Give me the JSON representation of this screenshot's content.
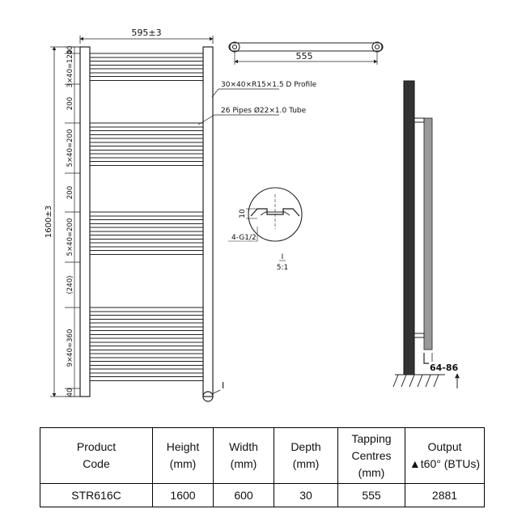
{
  "drawing": {
    "overall_width_label": "595±3",
    "tapping_label": "555",
    "height_label": "1600±3",
    "profile_note": "30×40×R15×1.5 D Profile",
    "pipes_note": "26 Pipes Ø22×1.0 Tube",
    "section_dims": [
      "40",
      "3×40=120",
      "200",
      "5×40=200",
      "200",
      "5×40=200",
      "(240)",
      "9×40=360",
      "40"
    ],
    "detail_height": "10",
    "detail_thread": "4-G1/2",
    "detail_marker": "I",
    "detail_scale": "5:1",
    "detail_ref": "I",
    "wall_offset_label": "64-86",
    "colors": {
      "line": "#222222",
      "wall": "#333333",
      "panel": "#999999"
    }
  },
  "table": {
    "headers": [
      [
        "Product",
        "Code"
      ],
      [
        "Height",
        "(mm)"
      ],
      [
        "Width",
        "(mm)"
      ],
      [
        "Depth",
        "(mm)"
      ],
      [
        "Tapping",
        "Centres",
        "(mm)"
      ],
      [
        "Output",
        "▲t60° (BTUs)"
      ]
    ],
    "row": [
      "STR616C",
      "1600",
      "600",
      "30",
      "555",
      "2881"
    ]
  }
}
